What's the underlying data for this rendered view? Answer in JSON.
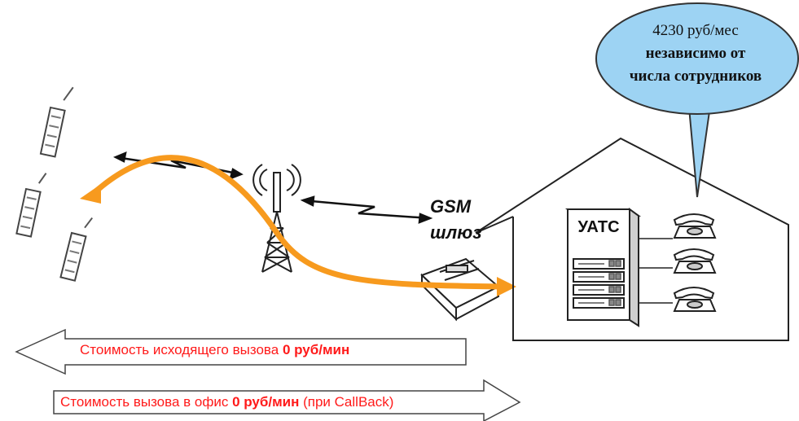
{
  "labels": {
    "gsm_line1": "GSM",
    "gsm_line2": "шлюз",
    "pbx": "УАТС"
  },
  "bubble": {
    "line1": "4230 руб/мес",
    "line2": "независимо от",
    "line3": "числа  сотрудников"
  },
  "arrows": {
    "outgoing": {
      "text": "Стоимость исходящего вызова ",
      "bold": "0 руб/мин"
    },
    "callback": {
      "text": "Стоимость вызова в офис ",
      "bold": "0 руб/мин",
      "suffix": " (при CallBack)"
    }
  },
  "colors": {
    "call_path": "#f79a1e",
    "bubble_fill": "#9dd3f3",
    "price_text": "#ff1a1a"
  }
}
